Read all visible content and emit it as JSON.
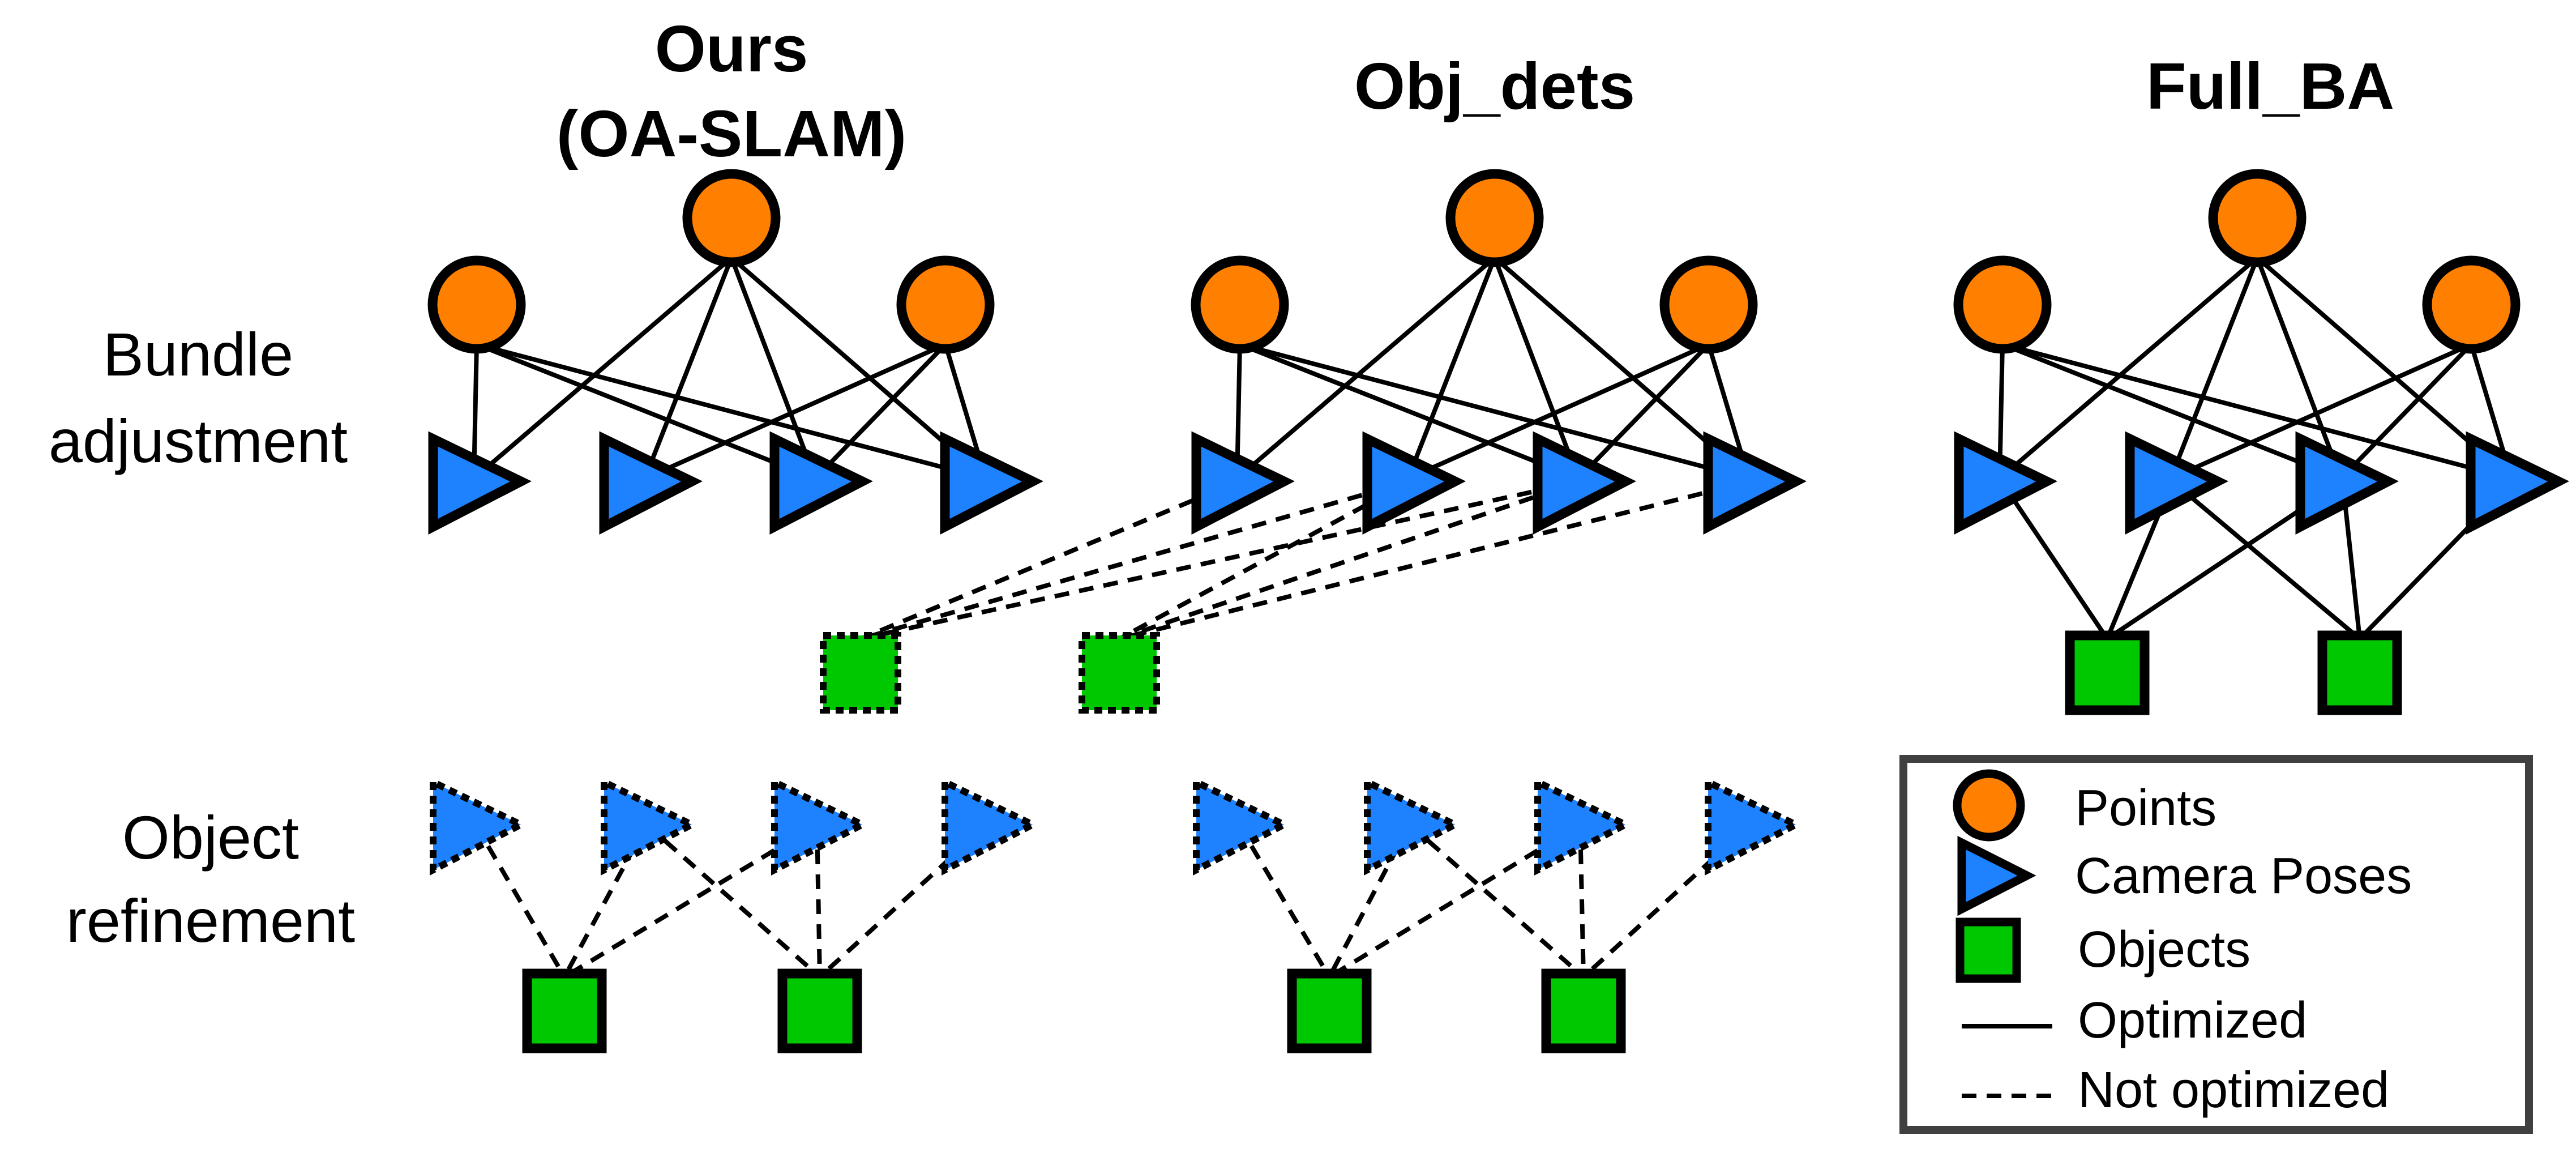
{
  "columns": [
    {
      "title_line1": "Ours",
      "title_line2": "(OA-SLAM)"
    },
    {
      "title_line1": "Obj_dets",
      "title_line2": ""
    },
    {
      "title_line1": "Full_BA",
      "title_line2": ""
    }
  ],
  "rows": [
    {
      "label_line1": "Bundle",
      "label_line2": "adjustment"
    },
    {
      "label_line1": "Object",
      "label_line2": "refinement"
    }
  ],
  "legend": {
    "points": "Points",
    "camera_poses": "Camera Poses",
    "objects": "Objects",
    "optimized": "Optimized",
    "not_optimized": "Not optimized"
  },
  "colors": {
    "point": "#ff8000",
    "camera": "#1e82ff",
    "object": "#00c800",
    "stroke": "#000000",
    "legend_border": "#404040"
  }
}
